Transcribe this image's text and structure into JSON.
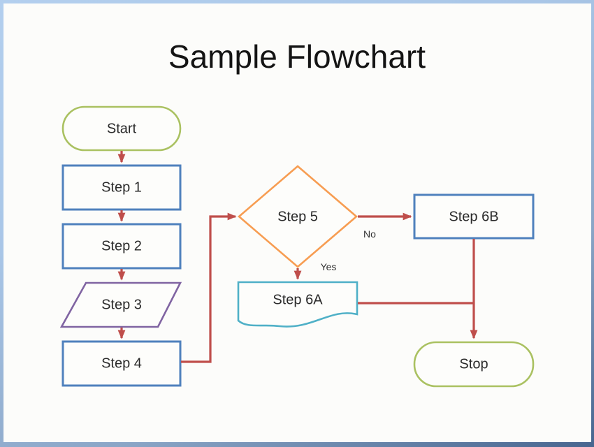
{
  "title": "Sample Flowchart",
  "colors": {
    "arrow": "#bf4e4b",
    "process_blue": "#4f81bd",
    "terminator_green": "#aac161",
    "data_purple": "#8064a2",
    "decision_orange": "#f79d52",
    "document_cyan": "#4fb0c7",
    "shape_fill": "#fdfdfb",
    "text": "#2b2b2b"
  },
  "nodes": {
    "start": {
      "label": "Start",
      "shape": "terminator"
    },
    "step1": {
      "label": "Step 1",
      "shape": "process"
    },
    "step2": {
      "label": "Step 2",
      "shape": "process"
    },
    "step3": {
      "label": "Step 3",
      "shape": "data-parallelogram"
    },
    "step4": {
      "label": "Step 4",
      "shape": "process"
    },
    "step5": {
      "label": "Step 5",
      "shape": "decision-diamond"
    },
    "step6a": {
      "label": "Step 6A",
      "shape": "document"
    },
    "step6b": {
      "label": "Step 6B",
      "shape": "process"
    },
    "stop": {
      "label": "Stop",
      "shape": "terminator"
    }
  },
  "edges": [
    {
      "from": "start",
      "to": "step1",
      "label": ""
    },
    {
      "from": "step1",
      "to": "step2",
      "label": ""
    },
    {
      "from": "step2",
      "to": "step3",
      "label": ""
    },
    {
      "from": "step3",
      "to": "step4",
      "label": ""
    },
    {
      "from": "step4",
      "to": "step5",
      "label": ""
    },
    {
      "from": "step5",
      "to": "step6a",
      "label": "Yes"
    },
    {
      "from": "step5",
      "to": "step6b",
      "label": "No"
    },
    {
      "from": "step6a",
      "to": "stop",
      "label": ""
    },
    {
      "from": "step6b",
      "to": "stop",
      "label": ""
    }
  ]
}
